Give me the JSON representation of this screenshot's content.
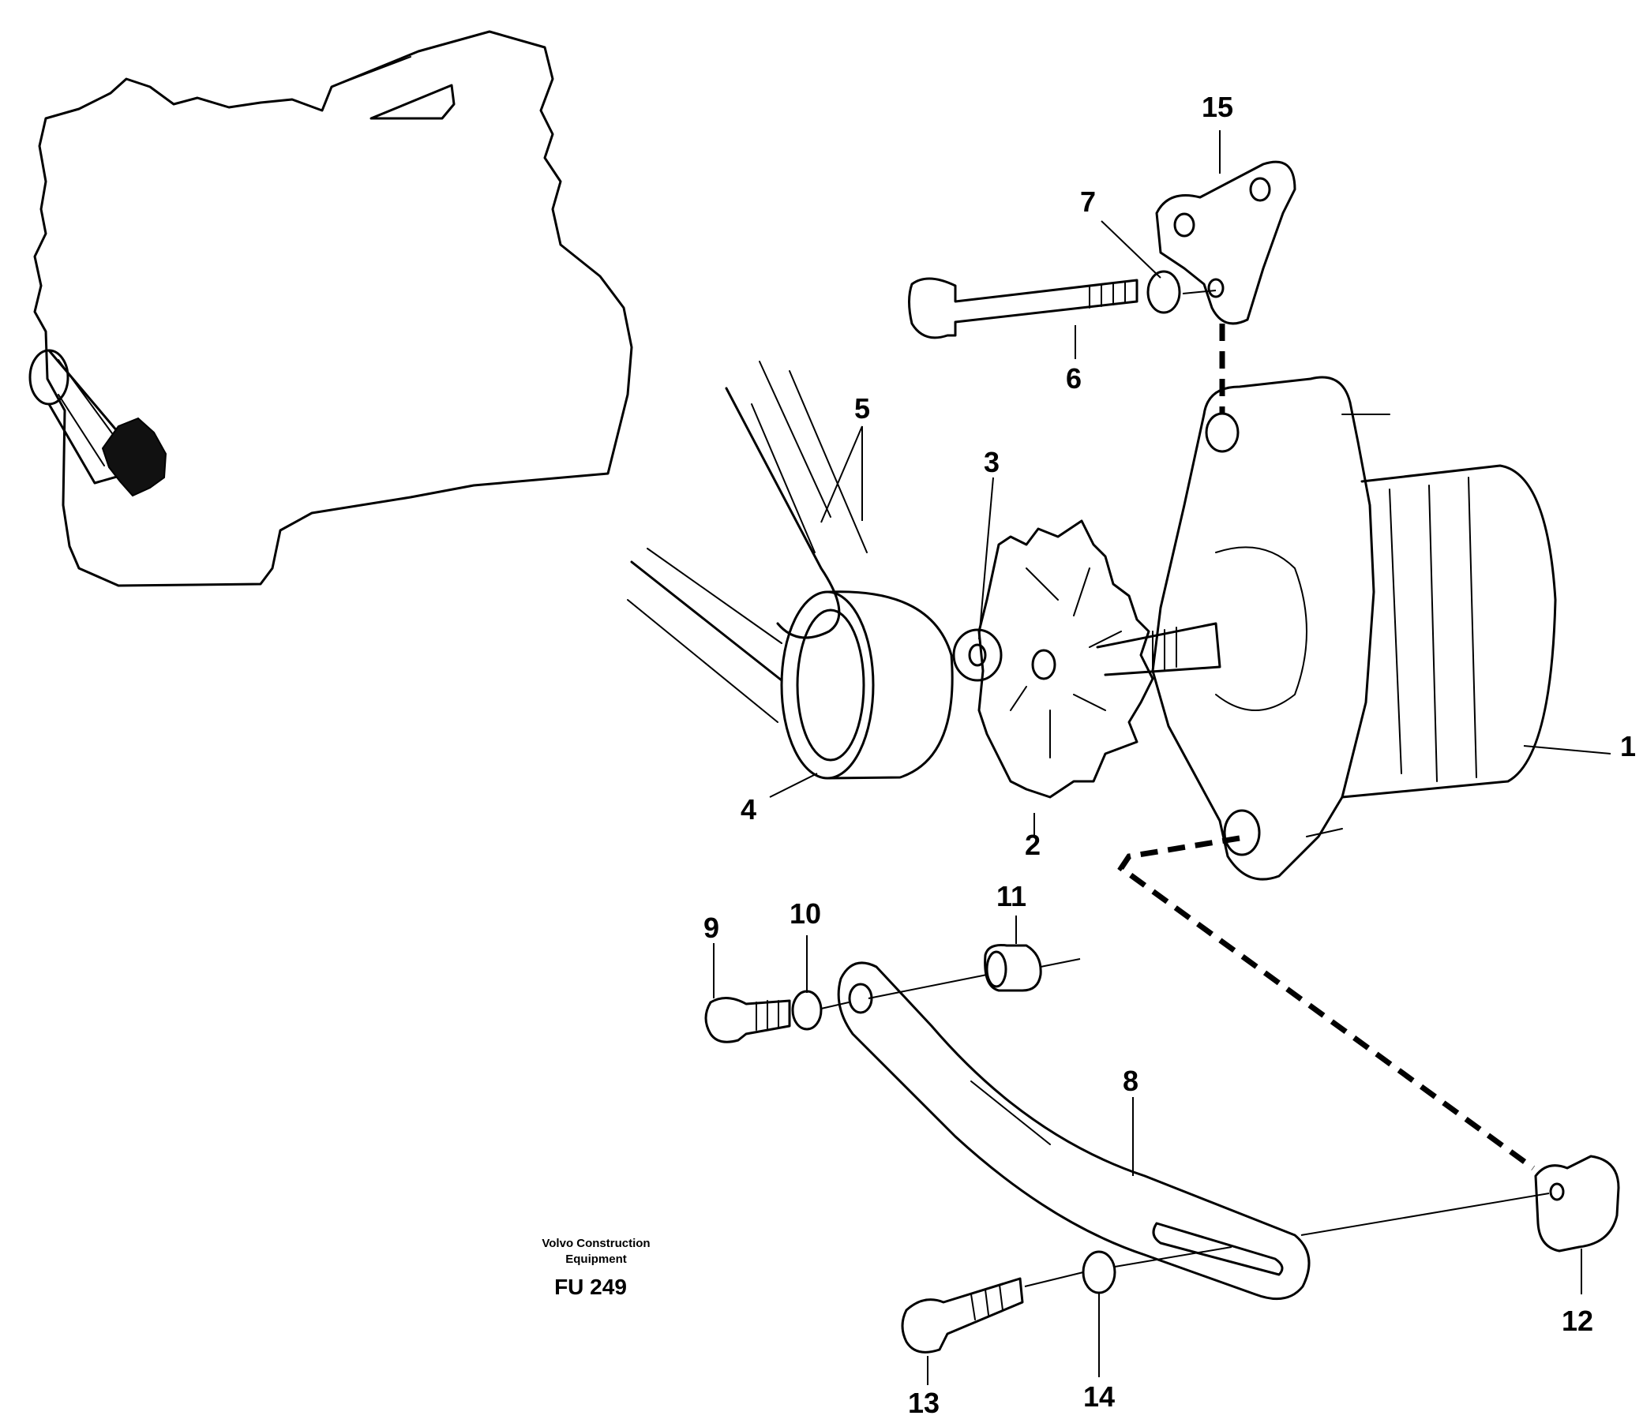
{
  "callouts": {
    "c1": "1",
    "c2": "2",
    "c3": "3",
    "c4": "4",
    "c5": "5",
    "c6": "6",
    "c7": "7",
    "c8": "8",
    "c9": "9",
    "c10": "10",
    "c11": "11",
    "c12": "12",
    "c13": "13",
    "c14": "14",
    "c15": "15"
  },
  "credit": {
    "line1": "Volvo Construction",
    "line2": "Equipment",
    "code": "FU 249"
  }
}
